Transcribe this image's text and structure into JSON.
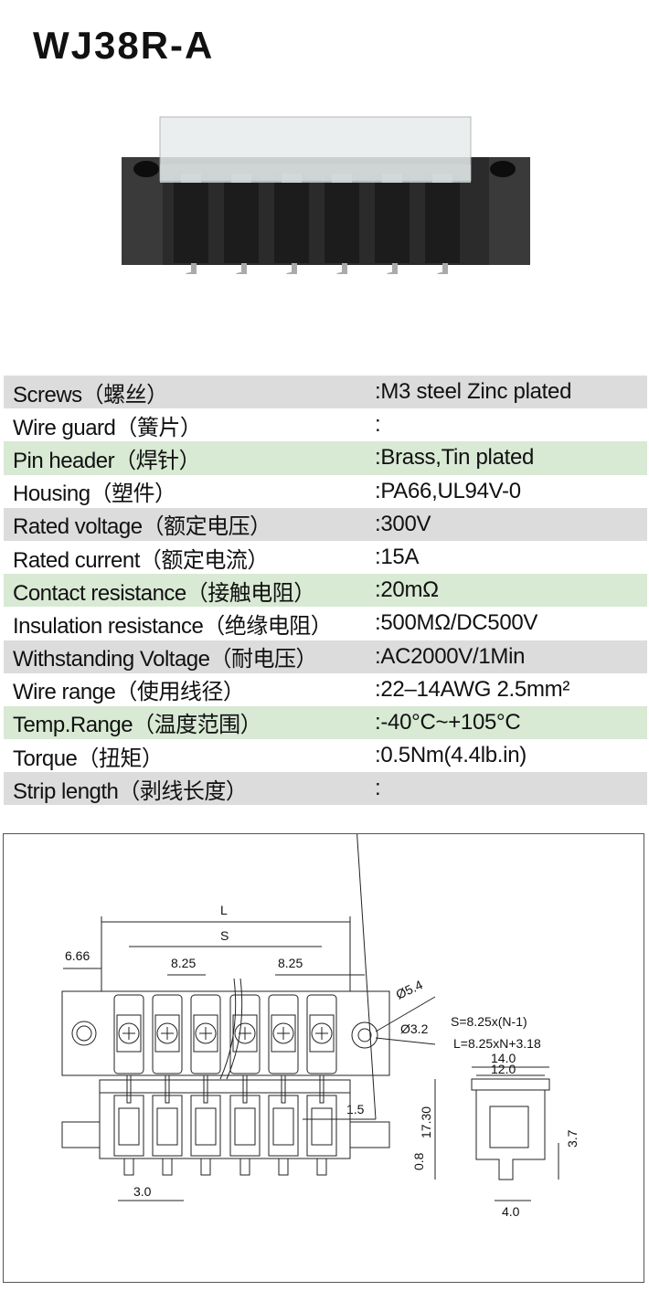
{
  "title": "WJ38R-A",
  "specs": [
    {
      "label": "Screws（螺丝）",
      "value": ":M3 steel Zinc plated",
      "shade": "gray"
    },
    {
      "label": "Wire guard（簧片）",
      "value": ":",
      "shade": "white"
    },
    {
      "label": "Pin header（焊针）",
      "value": ":Brass,Tin plated",
      "shade": "green"
    },
    {
      "label": "Housing（塑件）",
      "value": ":PA66,UL94V-0",
      "shade": "white"
    },
    {
      "label": "Rated voltage（额定电压）",
      "value": ":300V",
      "shade": "gray"
    },
    {
      "label": "Rated current（额定电流）",
      "value": ":15A",
      "shade": "white"
    },
    {
      "label": "Contact resistance（接触电阻）",
      "value": ":20mΩ",
      "shade": "green"
    },
    {
      "label": "Insulation resistance（绝缘电阻）",
      "value": ":500MΩ/DC500V",
      "shade": "white"
    },
    {
      "label": "Withstanding Voltage（耐电压）",
      "value": ":AC2000V/1Min",
      "shade": "gray"
    },
    {
      "label": "Wire range（使用线径）",
      "value": ":22–14AWG 2.5mm²",
      "shade": "white"
    },
    {
      "label": "Temp.Range（温度范围）",
      "value": ":-40°C~+105°C",
      "shade": "green"
    },
    {
      "label": "Torque（扭矩）",
      "value": ":0.5Nm(4.4lb.in)",
      "shade": "white"
    },
    {
      "label": "Strip length（剥线长度）",
      "value": ":",
      "shade": "gray"
    }
  ],
  "drawing": {
    "L": "L",
    "S": "S",
    "end": "6.66",
    "pitch1": "8.25",
    "pitch2": "8.25",
    "hole_outer": "Ø5.4",
    "hole_inner": "Ø3.2",
    "formula_s": "S=8.25x(N-1)",
    "formula_l": "L=8.25xN+3.18",
    "pin_w": "1.5",
    "width_outer": "14.0",
    "width_inner": "12.0",
    "height": "17.30",
    "pin_off": "0.8",
    "pin_len": "3.7",
    "pin_pitch_b": "3.0",
    "side_pin": "4.0"
  }
}
